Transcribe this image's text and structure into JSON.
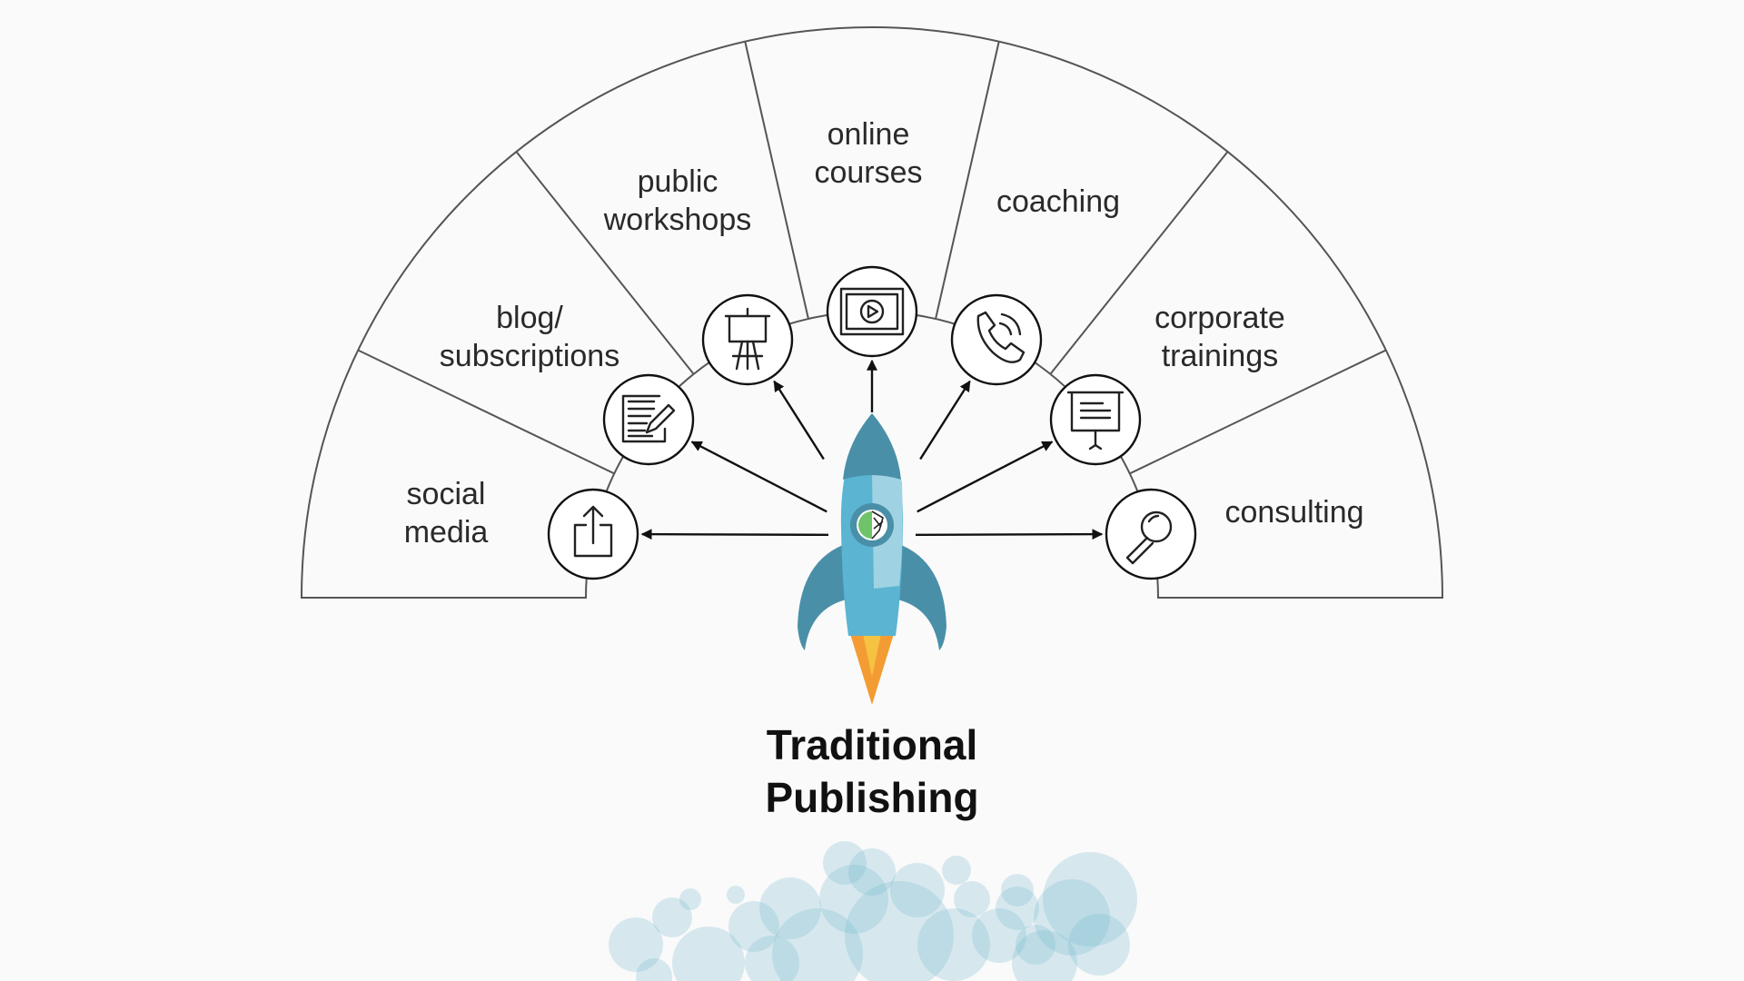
{
  "title": {
    "lines": [
      "Traditional",
      "Publishing"
    ]
  },
  "segments": [
    {
      "lines": [
        "social",
        "media"
      ],
      "icon": "share-icon"
    },
    {
      "lines": [
        "blog/",
        "subscriptions"
      ],
      "icon": "document-edit-icon"
    },
    {
      "lines": [
        "public",
        "workshops"
      ],
      "icon": "easel-icon"
    },
    {
      "lines": [
        "online",
        "courses"
      ],
      "icon": "video-play-icon"
    },
    {
      "lines": [
        "coaching"
      ],
      "icon": "phone-icon"
    },
    {
      "lines": [
        "corporate",
        "trainings"
      ],
      "icon": "presentation-board-icon"
    },
    {
      "lines": [
        "consulting"
      ],
      "icon": "magnifier-icon"
    }
  ],
  "colors": {
    "rocket_body": "#5ab4d2",
    "rocket_light": "#9fd3e3",
    "rocket_dark": "#4a8fa8",
    "flame": "#f39c33",
    "flame_inner": "#f5c242",
    "bubbles": "#7bb9d2"
  }
}
